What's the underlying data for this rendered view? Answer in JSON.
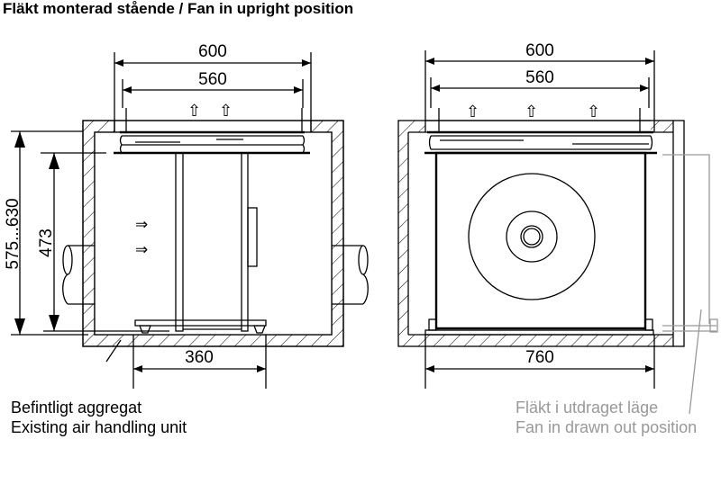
{
  "title": "Fläkt monterad stående / Fan in upright position",
  "left_view": {
    "dim_outer_width": "600",
    "dim_inner_width": "560",
    "dim_total_height": "575...630",
    "dim_fan_height": "473",
    "dim_base_width": "360",
    "airflow_arrow_up": "⇧",
    "airflow_arrow_right": "⇒",
    "label_sv": "Befintligt aggregat",
    "label_en": "Existing air handling unit"
  },
  "right_view": {
    "dim_outer_width": "600",
    "dim_inner_width": "560",
    "dim_base_width": "760",
    "airflow_arrow_up": "⇧",
    "label_sv": "Fläkt i utdraget läge",
    "label_en": "Fan in drawn out position"
  },
  "colors": {
    "line": "#000000",
    "leader_grey": "#999999"
  }
}
